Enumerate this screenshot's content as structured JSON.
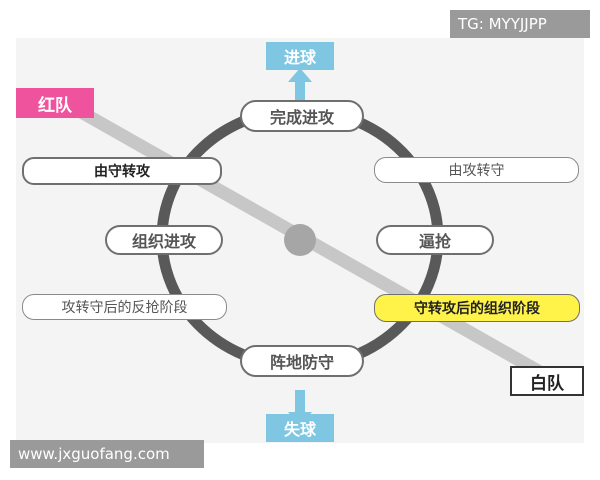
{
  "diagram": {
    "top_goal": "进球",
    "bottom_goal": "失球",
    "phases": {
      "attack": "完成进攻",
      "defense": "阵地防守",
      "build_up": "组织进攻",
      "press": "逼抢"
    },
    "transitions": {
      "def_to_att": "由守转攻",
      "att_to_def": "由攻转守",
      "counter_press": "攻转守后的反抢阶段",
      "organized_after_turnover": "守转攻后的组织阶段"
    },
    "teams": {
      "red": "红队",
      "white": "白队"
    }
  },
  "watermarks": {
    "telegram": "TG: MYYJJPP",
    "website": "www.jxguofang.com"
  },
  "colors": {
    "ring": "#595959",
    "diagonal": "#c7c7c7",
    "goal_box": "#7fc6e3",
    "red_team": "#f0539d",
    "highlight": "#fff34a"
  }
}
